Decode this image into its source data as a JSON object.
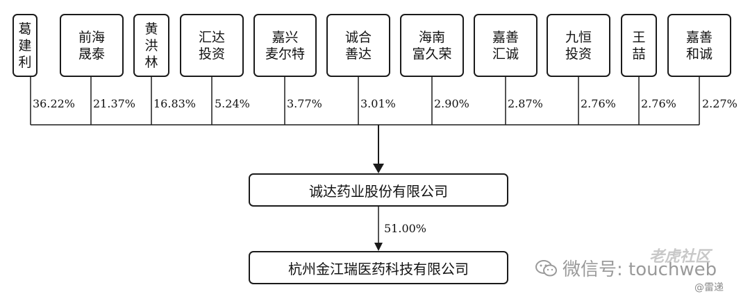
{
  "shareholders": [
    {
      "name": "葛\n建\n利",
      "percent": "36.22%"
    },
    {
      "name": "前海\n晟泰",
      "percent": "21.37%"
    },
    {
      "name": "黄\n洪\n林",
      "percent": "16.83%"
    },
    {
      "name": "汇达\n投资",
      "percent": "5.24%"
    },
    {
      "name": "嘉兴\n麦尔特",
      "percent": "3.77%"
    },
    {
      "name": "诚合\n善达",
      "percent": "3.01%"
    },
    {
      "name": "海南\n富久荣",
      "percent": "2.90%"
    },
    {
      "name": "嘉善\n汇诚",
      "percent": "2.87%"
    },
    {
      "name": "九恒\n投资",
      "percent": "2.76%"
    },
    {
      "name": "王\n喆",
      "percent": "2.76%"
    },
    {
      "name": "嘉善\n和诚",
      "percent": "2.27%"
    }
  ],
  "parent_company": "诚达药业股份有限公司",
  "subsidiary": {
    "name": "杭州金江瑞医药科技有限公司",
    "percent": "51.00%"
  },
  "watermark": {
    "wechat": "微信号: touchweb",
    "site": "老虎社区",
    "at": "@雷递"
  }
}
